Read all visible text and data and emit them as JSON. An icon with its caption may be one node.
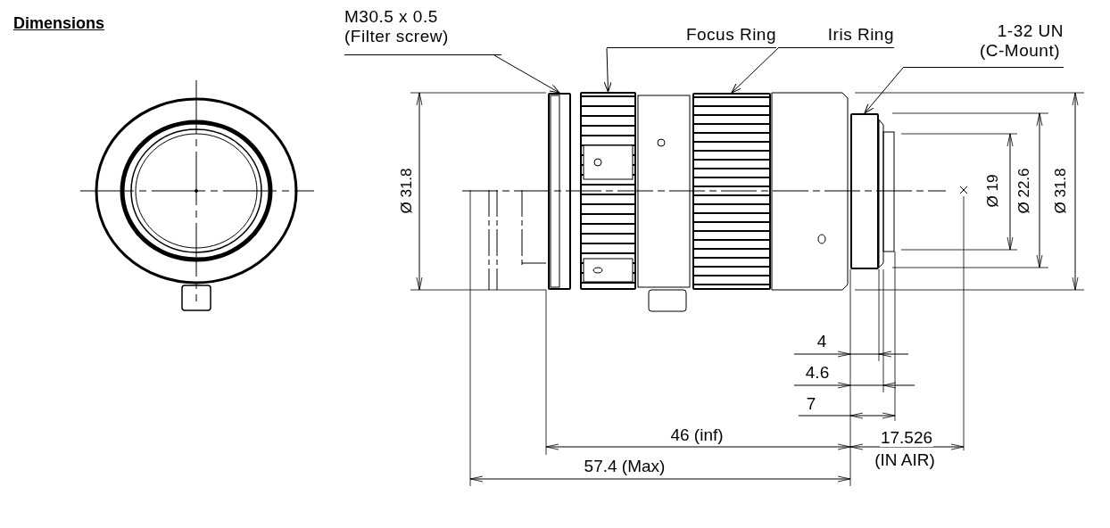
{
  "diagram": {
    "title": "Dimensions",
    "nodes": [
      {
        "text": [
          "M30.5 x 0.5",
          "(Filter screw)"
        ]
      },
      {
        "text": [
          "Focus Ring"
        ]
      },
      {
        "text": [
          "Iris Ring"
        ]
      },
      {
        "text": [
          "1-32 UN",
          "(C-Mount)"
        ]
      },
      {
        "text": [],
        "shape": "box"
      },
      {
        "text": [],
        "shape": "box"
      },
      {
        "text": [],
        "shape": "box"
      },
      {
        "text": [],
        "shape": "box"
      }
    ],
    "edges": [
      {
        "from": 0,
        "to": 4,
        "arrow": "to"
      },
      {
        "from": 1,
        "to": 5,
        "arrow": "to"
      },
      {
        "from": 2,
        "to": 6,
        "arrow": "to"
      },
      {
        "from": 3,
        "to": 7,
        "arrow": "to"
      }
    ],
    "labels": [
      "Ø 31.8",
      "Ø 19",
      "Ø 22.6",
      "Ø 31.8",
      "4",
      "4.6",
      "7",
      "46 (inf)",
      "17.526",
      "(IN AIR)",
      "57.4 (Max)"
    ]
  }
}
